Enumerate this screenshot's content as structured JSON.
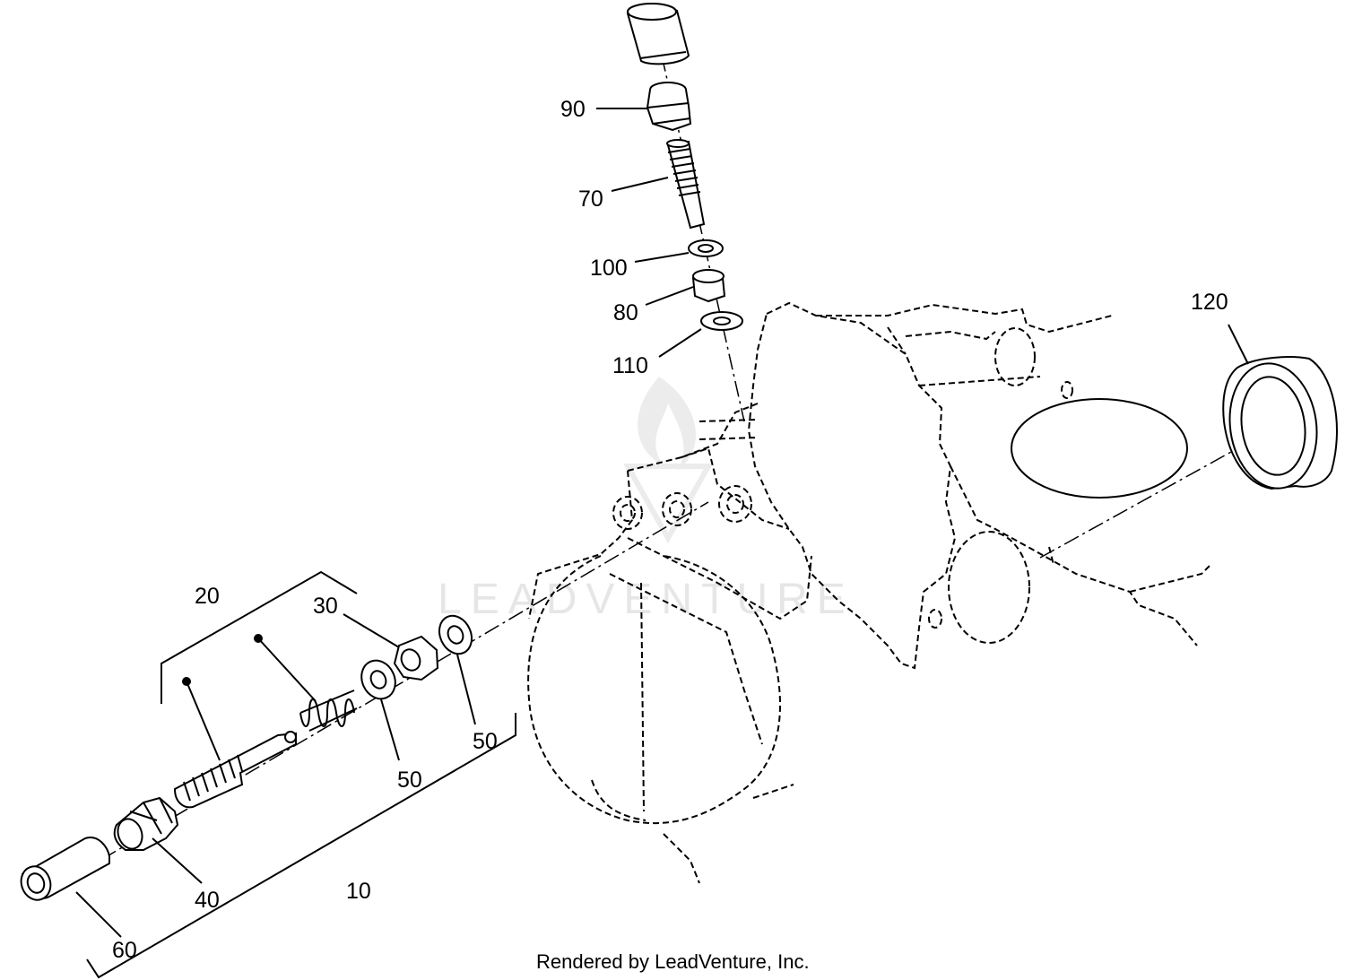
{
  "diagram": {
    "callouts": {
      "p90": "90",
      "p70": "70",
      "p100": "100",
      "p80": "80",
      "p110": "110",
      "p120": "120",
      "p20": "20",
      "p30": "30",
      "p50a": "50",
      "p50b": "50",
      "p40": "40",
      "p10": "10",
      "p60": "60"
    },
    "watermark": "LEADVENTURE",
    "footer": "Rendered by LeadVenture, Inc."
  }
}
